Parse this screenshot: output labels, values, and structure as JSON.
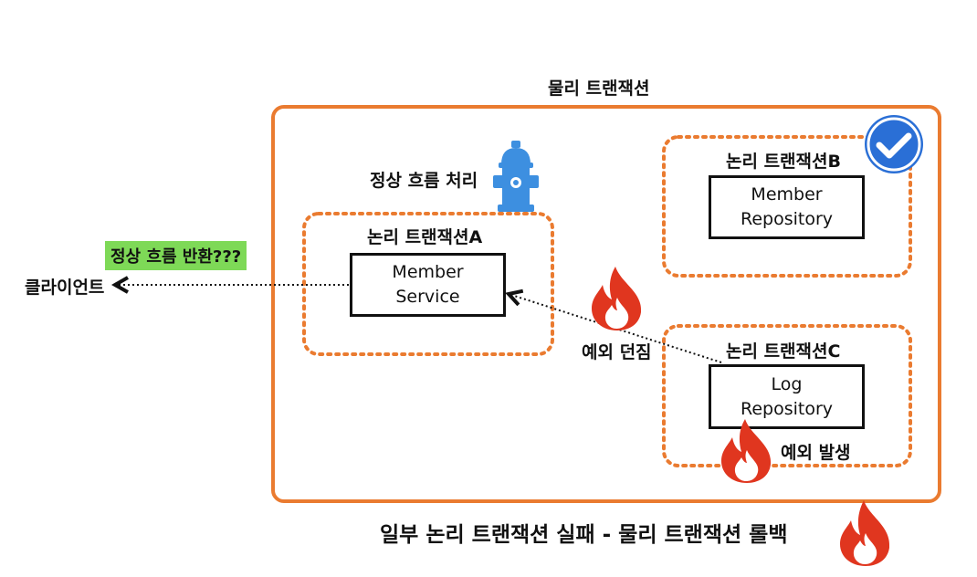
{
  "physical_tx": {
    "title": "물리 트랜잭션",
    "color": "#ea7b30"
  },
  "logical_tx_a": {
    "title": "논리 트랜잭션A",
    "box_label": "Member\nService",
    "note": "정상 흐름 처리",
    "icon": "fire-hydrant-icon"
  },
  "logical_tx_b": {
    "title": "논리 트랜잭션B",
    "box_label": "Member\nRepository",
    "icon": "check-icon"
  },
  "logical_tx_c": {
    "title": "논리 트랜잭션C",
    "box_label": "Log\nRepository",
    "note": "예외 발생",
    "icon": "fire-icon"
  },
  "client": {
    "label": "클라이언트",
    "return_note": "정상 흐름 반환???"
  },
  "exception": {
    "label": "예외 던짐"
  },
  "footer": {
    "caption": "일부 논리 트랜잭션 실패 - 물리 트랜잭션 롤백"
  },
  "colors": {
    "orange": "#ea7b30",
    "fire": "#e0361f",
    "hydrant": "#3d8fe0",
    "check": "#2a6fd6",
    "highlight": "#7ed957"
  }
}
